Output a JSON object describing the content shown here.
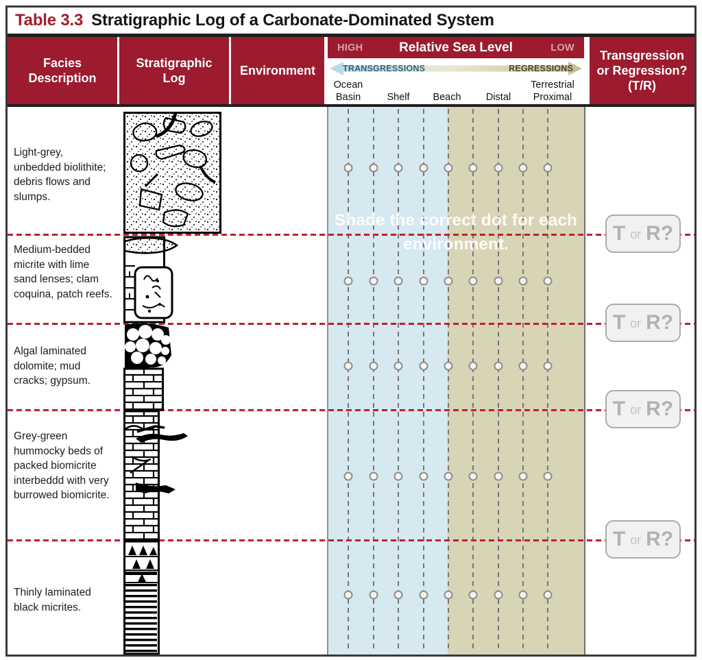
{
  "title": {
    "table_label": "Table 3.3",
    "table_title": "Stratigraphic Log of a Carbonate-Dominated System"
  },
  "columns": {
    "facies": "Facies Description",
    "strat_log": "Stratigraphic Log",
    "environment": "Environment",
    "sea_level": {
      "high": "HIGH",
      "title": "Relative Sea Level",
      "low": "LOW",
      "left_arrow": "TRANSGRESSIONS",
      "right_arrow": "REGRESSIONS",
      "environments": [
        "Ocean Basin",
        "Shelf",
        "Beach",
        "Distal",
        "Terrestrial Proximal"
      ]
    },
    "tr": "Transgression or Regression? (T/R)"
  },
  "instruction": {
    "line1": "Shade the correct dot for each",
    "line2": "environment."
  },
  "rows": [
    {
      "facies": "Light-grey, unbedded biolithite; debris flows and slumps.",
      "log": "breccia-biolithite"
    },
    {
      "facies": "Medium-bedded micrite with lime sand lenses; clam coquina, patch reefs.",
      "log": "bedded-micrite-with-lenses-patch-reef"
    },
    {
      "facies": "Algal laminated dolomite; mud cracks; gypsum.",
      "log": "algal-laminated-dolomite"
    },
    {
      "facies": "Grey-green hummocky beds of packed biomicrite interbeddd with very burrowed biomicrite.",
      "log": "hummocky-burrowed-biomicrite"
    },
    {
      "facies": "Thinly laminated black micrites.",
      "log": "thinly-laminated-black-micrite"
    }
  ],
  "tr_button": {
    "t": "T",
    "or": "or",
    "r": "R?"
  },
  "dot_grid": {
    "rows": 5,
    "columns": 9
  },
  "colors": {
    "header_red": "#9C1B2E",
    "title_red": "#A31C2C",
    "panel_blue": "#D6E8F0",
    "panel_tan": "#D8D4B6",
    "divider_red": "#BF1F2E",
    "high_low_pink": "#D9A3AB",
    "transgressions_text": "#33647A",
    "regressions_text": "#4C4733"
  }
}
